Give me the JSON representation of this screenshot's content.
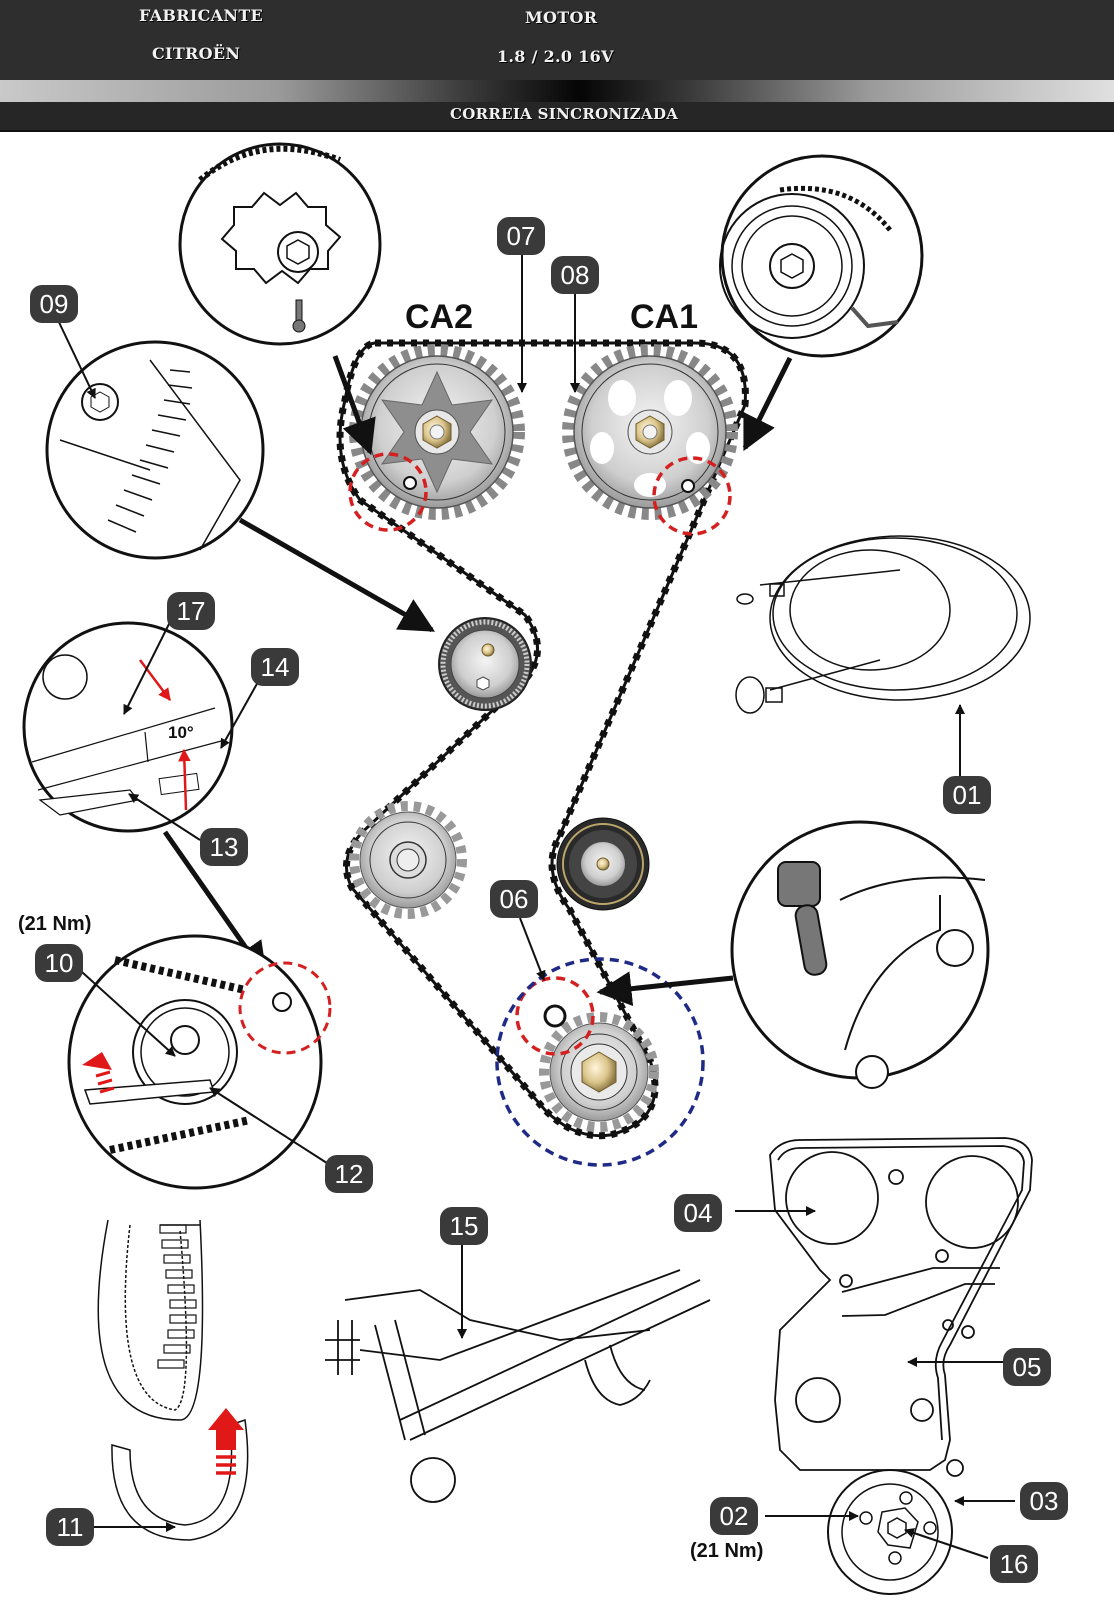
{
  "header": {
    "manufacturer_label": "FABRICANTE",
    "manufacturer_value": "CITROËN",
    "engine_label": "MOTOR",
    "engine_value": "1.8 / 2.0 16V",
    "section_title": "CORREIA SINCRONIZADA"
  },
  "diagram": {
    "camshaft_labels": {
      "left": "CA2",
      "right": "CA1"
    },
    "angle_label": "10°",
    "torque_labels": {
      "tensioner": "(21 Nm)",
      "pulley": "(21 Nm)"
    },
    "callouts": [
      {
        "id": "01",
        "part": "timing-pin-cable"
      },
      {
        "id": "02",
        "part": "crank-pulley-bolts"
      },
      {
        "id": "03",
        "part": "crankshaft-pulley"
      },
      {
        "id": "04",
        "part": "upper-timing-cover"
      },
      {
        "id": "05",
        "part": "lower-timing-cover"
      },
      {
        "id": "06",
        "part": "crank-timing-hole"
      },
      {
        "id": "07",
        "part": "exhaust-cam-sprocket"
      },
      {
        "id": "08",
        "part": "intake-cam-sprocket"
      },
      {
        "id": "09",
        "part": "idler-bolt"
      },
      {
        "id": "10",
        "part": "tensioner-nut"
      },
      {
        "id": "11",
        "part": "belt-retainer"
      },
      {
        "id": "12",
        "part": "tensioner-key"
      },
      {
        "id": "13",
        "part": "tensioner-notch"
      },
      {
        "id": "14",
        "part": "tensioner-pointer"
      },
      {
        "id": "15",
        "part": "locking-tool"
      },
      {
        "id": "16",
        "part": "crank-bolt"
      },
      {
        "id": "17",
        "part": "reference-mark"
      }
    ]
  },
  "colors": {
    "header_bg": "#2e2e2e",
    "badge_bg": "#3a3a3a",
    "belt": "#111111",
    "sprocket": "#c8c8c8",
    "marker_red": "#d42020",
    "marker_blue": "#1f2a86",
    "nut_gold": "#d9c48e"
  }
}
